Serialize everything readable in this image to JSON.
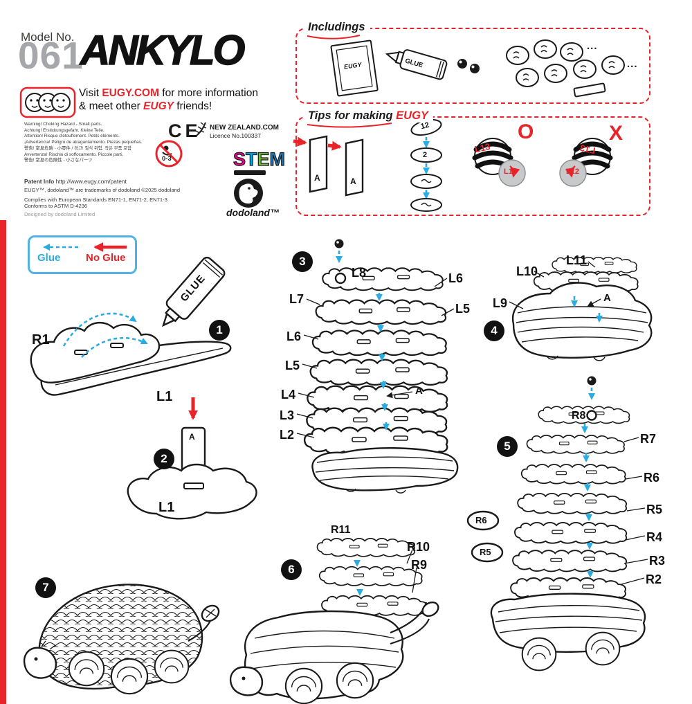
{
  "colors": {
    "red": "#e8232a",
    "blue": "#2aabe2",
    "gray": "#a5a7aa"
  },
  "header": {
    "model_label": "Model No.",
    "model_number": "061",
    "title": "ANKYLO"
  },
  "visit": {
    "pre1": "Visit ",
    "site": "EUGY.COM",
    "post1": " for more information",
    "pre2": "& meet other ",
    "brand": "EUGY",
    "post2": " friends!"
  },
  "warnings": [
    "Warning! Choking Hazard - Small parts.",
    "Achtung! Erstickungsgefahr. Kleine Teile.",
    "Attention! Risque d'étouffement. Petits éléments.",
    "¡Advertencia! Peligro de atragantamiento. Piezas pequeñas.",
    "警告! 窒息危險 - 小零件 / 경고! 질식 위험. 작은 부품 포함",
    "Avvertenza! Rischio di soffocamento. Piccole parti.",
    "警告! 窒息の危険性 - 小さなパーツ"
  ],
  "certs": {
    "ce": "CE",
    "nz_name": "NEW ZEALAND.COM",
    "nz_licence": "Licence No.100337",
    "age": "0-3",
    "stem_letters": [
      "S",
      "T",
      "E",
      "M"
    ]
  },
  "legal": {
    "patent_label": "Patent Info",
    "patent_url": "http://www.eugy.com/patent",
    "trademark": "EUGY™, dodoland™ are trademarks of dodoland ©2025 dodoland",
    "standards1": "Complies with European Standards EN71-1, EN71-2, EN71-3",
    "standards2": "Conforms to ASTM D-4236",
    "designed": "Designed by dodoland Limited",
    "dodoland": "dodoland™"
  },
  "includings": {
    "label": "Includings",
    "glue": "GLUE",
    "envelope_brand": "EUGY",
    "more1": "...",
    "more2": "..."
  },
  "tips": {
    "label_pre": "Tips for making",
    "brand": "EUGY",
    "board_letter": "A",
    "disc_top": "12",
    "disc_mid": "2",
    "ok_outer": "L13",
    "ok_inner": "L12",
    "ok_mark": "O",
    "bad_outer": "L13",
    "bad_inner": "L12",
    "bad_mark": "X"
  },
  "legend": {
    "glue": "Glue",
    "no_glue": "No Glue"
  },
  "steps": {
    "s1": {
      "num": "1",
      "glue_text": "GLUE",
      "r1": "R1",
      "l1": "L1"
    },
    "s2": {
      "num": "2",
      "a": "A",
      "l1": "L1"
    },
    "s3": {
      "num": "3",
      "top": "L8",
      "left": [
        "L7",
        "L6",
        "L5",
        "L4",
        "L3",
        "L2"
      ],
      "right": [
        "L6",
        "L5"
      ],
      "a": "A"
    },
    "s4": {
      "num": "4",
      "l11": "L11",
      "l10": "L10",
      "l9": "L9",
      "a": "A"
    },
    "s5": {
      "num": "5",
      "top": "R8",
      "right": [
        "R7",
        "R6",
        "R5",
        "R4",
        "R3",
        "R2"
      ],
      "loose": [
        "R6",
        "R5"
      ]
    },
    "s6": {
      "num": "6",
      "top": "R11",
      "right": [
        "R10",
        "R9"
      ]
    },
    "s7": {
      "num": "7"
    }
  }
}
